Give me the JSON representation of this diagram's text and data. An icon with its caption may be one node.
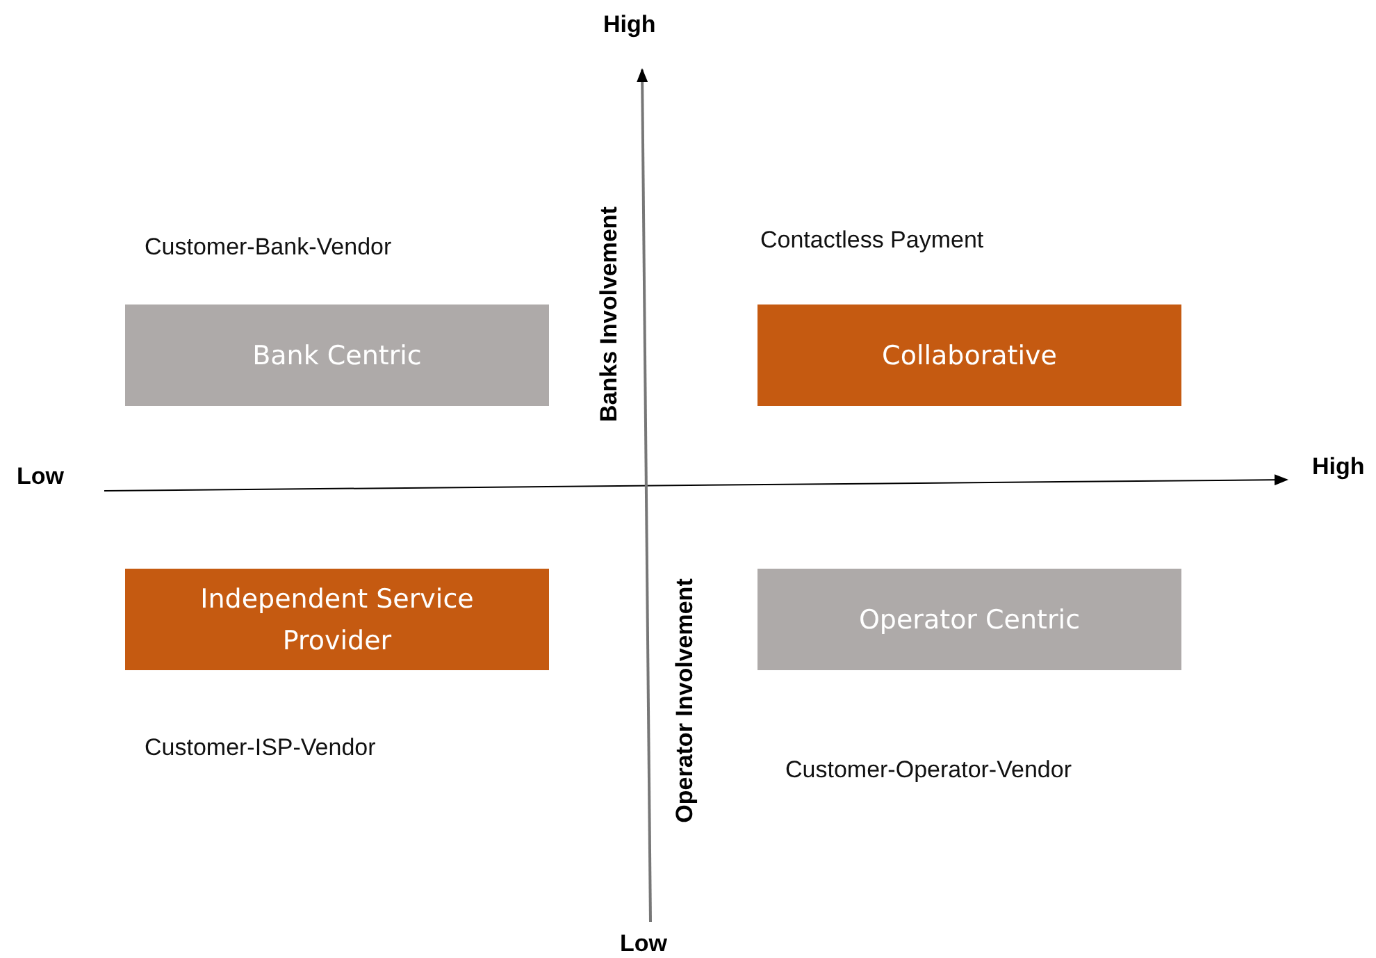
{
  "diagram": {
    "nodes": [
      {
        "text": [
          "Bank Centric"
        ],
        "beside": [
          "Customer-Bank-Vendor"
        ]
      },
      {
        "text": [
          "Collaborative"
        ],
        "beside": [
          "Contactless Payment"
        ]
      },
      {
        "text": [
          "Independent Service Provider"
        ],
        "beside": [
          "Customer-ISP-Vendor"
        ]
      },
      {
        "text": [
          "Operator Centric"
        ],
        "beside": [
          "Customer-Operator-Vendor"
        ]
      }
    ],
    "labels": [
      "High",
      "Banks Involvement",
      "Low",
      "High",
      "Operator Involvement",
      "Low"
    ]
  }
}
